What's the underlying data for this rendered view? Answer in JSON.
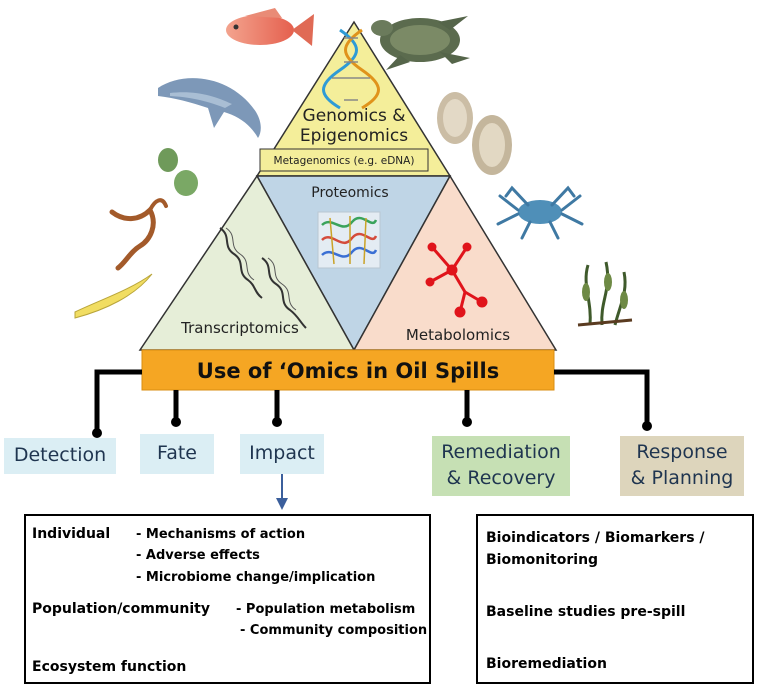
{
  "pyramid": {
    "top_title_line1": "Genomics &",
    "top_title_line2": "Epigenomics",
    "top_subbox": "Metagenomics (e.g. eDNA)",
    "center_title": "Proteomics",
    "left_title": "Transcriptomics",
    "right_title": "Metabolomics"
  },
  "banner": {
    "title": "Use of ‘Omics in Oil Spills"
  },
  "categories": [
    {
      "label": "Detection",
      "color": "#dbeef4"
    },
    {
      "label": "Fate",
      "color": "#dbeef4"
    },
    {
      "label": "Impact",
      "color": "#dbeef4"
    },
    {
      "label_line1": "Remediation",
      "label_line2": "& Recovery",
      "color": "#c6e0b4"
    },
    {
      "label_line1": "Response",
      "label_line2": "& Planning",
      "color": "#ddd5bc"
    }
  ],
  "impact_details": {
    "individual": {
      "label": "Individual",
      "items": [
        "- Mechanisms of action",
        "- Adverse effects",
        "- Microbiome change/implication"
      ]
    },
    "population": {
      "label": "Population/community",
      "items": [
        "- Population metabolism",
        "- Community composition"
      ]
    },
    "ecosystem": {
      "label": "Ecosystem function"
    }
  },
  "remediation_details": {
    "line1": "Bioindicators / Biomarkers /",
    "line2": "Biomonitoring",
    "baseline": "Baseline studies pre-spill",
    "bioremediation": "Bioremediation"
  },
  "colors": {
    "top_triangle": "#f4ee9a",
    "center_triangle": "#bfd5e6",
    "left_triangle": "#e6eed8",
    "right_triangle": "#f9dccb",
    "banner": "#f5a623",
    "dna": "#2e9bd6",
    "metabolite": "#e0141b"
  }
}
